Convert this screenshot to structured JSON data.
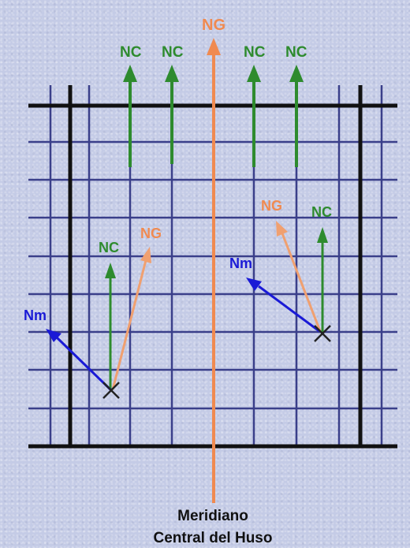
{
  "colors": {
    "background": "#c4cbe6",
    "grid_line": "#3a3f8a",
    "frame_line": "#111111",
    "grid_north": "#2e8b2e",
    "geographic_north": "#f08a50",
    "magnetic_north": "#1a1ad6"
  },
  "labels": {
    "ng_top": "NG",
    "nc_top_1": "NC",
    "nc_top_2": "NC",
    "nc_top_3": "NC",
    "nc_top_4": "NC",
    "left_nc": "NC",
    "left_ng": "NG",
    "left_nm": "Nm",
    "right_ng": "NG",
    "right_nc": "NC",
    "right_nm": "Nm",
    "caption_line1": "Meridiano",
    "caption_line2": "Central del Huso"
  }
}
